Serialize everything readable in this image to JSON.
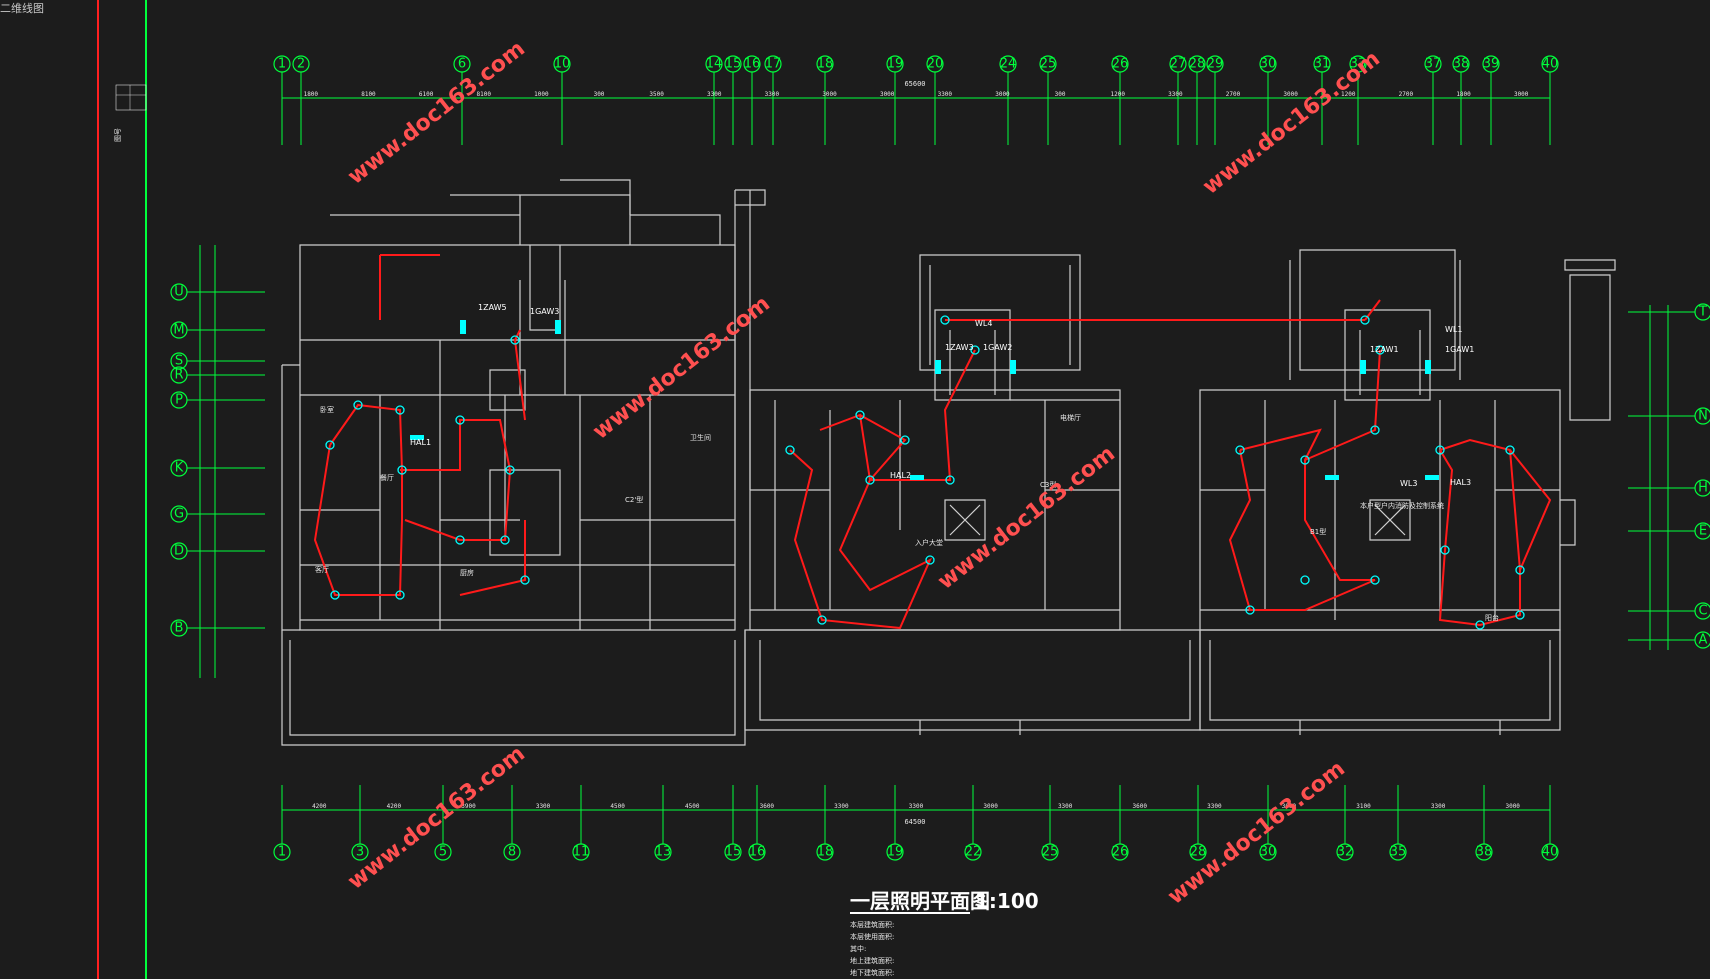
{
  "window": {
    "tab_label": "二维线图"
  },
  "drawing": {
    "title": "一层照明平面图",
    "scale": "1:100",
    "notes": [
      "本层建筑面积:",
      "本层使用面积:",
      "其中:",
      "地上建筑面积:",
      "地下建筑面积:"
    ],
    "watermark": "www.doc163.com",
    "total_dimension_top": "65600",
    "total_dimension_bottom": "64500"
  },
  "axes": {
    "top": [
      "1",
      "2",
      "6",
      "10",
      "14",
      "15",
      "16",
      "17",
      "18",
      "19",
      "20",
      "24",
      "25",
      "26",
      "27",
      "28",
      "29",
      "30",
      "31",
      "33",
      "37",
      "38",
      "39",
      "40"
    ],
    "bottom": [
      "1",
      "3",
      "5",
      "8",
      "11",
      "13",
      "15",
      "16",
      "18",
      "19",
      "22",
      "25",
      "26",
      "28",
      "30",
      "32",
      "35",
      "38",
      "40"
    ],
    "left": [
      "U",
      "M",
      "S",
      "R",
      "P",
      "K",
      "G",
      "D",
      "B"
    ],
    "right": [
      "T",
      "N",
      "H",
      "E",
      "C",
      "A"
    ]
  },
  "dimensions": {
    "top": [
      "1800",
      "8100",
      "6100",
      "8100",
      "1000",
      "300",
      "3500",
      "3300",
      "3300",
      "3000",
      "3000",
      "3300",
      "3000",
      "300",
      "1200",
      "3300",
      "2700",
      "3000",
      "1200",
      "2700",
      "1800",
      "3000"
    ],
    "bottom": [
      "4200",
      "4200",
      "3900",
      "3300",
      "4500",
      "4500",
      "3600",
      "3300",
      "3300",
      "3000",
      "3300",
      "3600",
      "3300",
      "3000",
      "3100",
      "3300",
      "3000"
    ]
  },
  "panels": [
    "1ZAW5",
    "1GAW3",
    "1ZAW3",
    "1GAW2",
    "1ZAW1",
    "1GAW1",
    "WL4",
    "WL1",
    "WL3",
    "HAL1",
    "HAL2",
    "HAL3"
  ],
  "room_labels": [
    "卧室",
    "客厅",
    "餐厅",
    "厨房",
    "卫生间",
    "入户大堂",
    "电梯厅",
    "阳台",
    "本户型户内消防及控制系统",
    "C2'型",
    "C3型",
    "B1型"
  ],
  "colors": {
    "background": "#1c1c1c",
    "axis": "#00ff3c",
    "walls": "#cfcfcf",
    "wiring": "#ff1a1a",
    "fixtures": "#00ffff",
    "watermark": "#ff5050",
    "frame_red": "#ff2020"
  },
  "icons": [
    "light-fixture-icon",
    "switch-icon",
    "distribution-panel-icon",
    "elevator-icon",
    "stair-icon",
    "north-symbol-icon"
  ]
}
